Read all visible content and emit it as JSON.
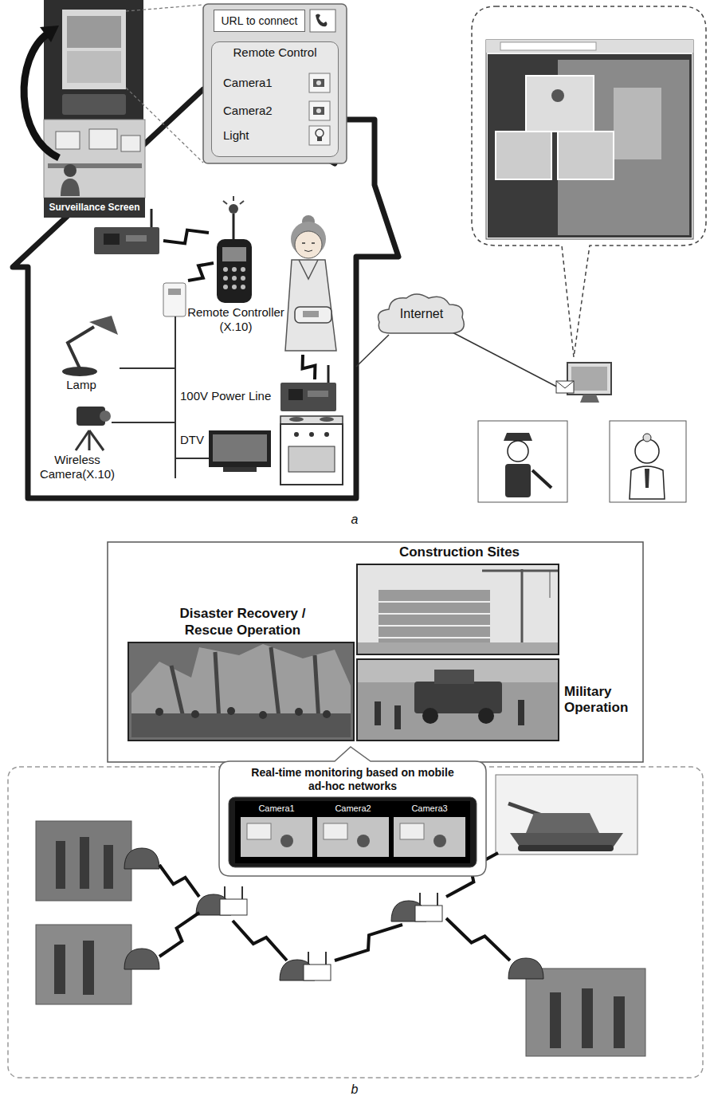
{
  "diagram": {
    "nodes": [
      {
        "text": [
          "URL to connect"
        ]
      },
      {
        "text": [
          "Remote Control"
        ]
      },
      {
        "text": [
          "Surveillance Screen"
        ]
      },
      {
        "text": [
          "Internet"
        ]
      },
      {
        "text": [
          "Disaster Recovery / Rescue Operation"
        ]
      },
      {
        "text": [
          "Construction Sites"
        ]
      },
      {
        "text": [
          "Military Operation"
        ]
      },
      {
        "text": [
          "Real-time monitoring based on mobile ad-hoc networks"
        ]
      }
    ],
    "labels": [
      "Camera1",
      "Camera2",
      "Light",
      "Remote Controller (X.10)",
      "Lamp",
      "100V Power Line",
      "Wireless Camera(X.10)",
      "DTV",
      "a",
      "Camera1",
      "Camera2",
      "Camera3",
      "b"
    ]
  }
}
